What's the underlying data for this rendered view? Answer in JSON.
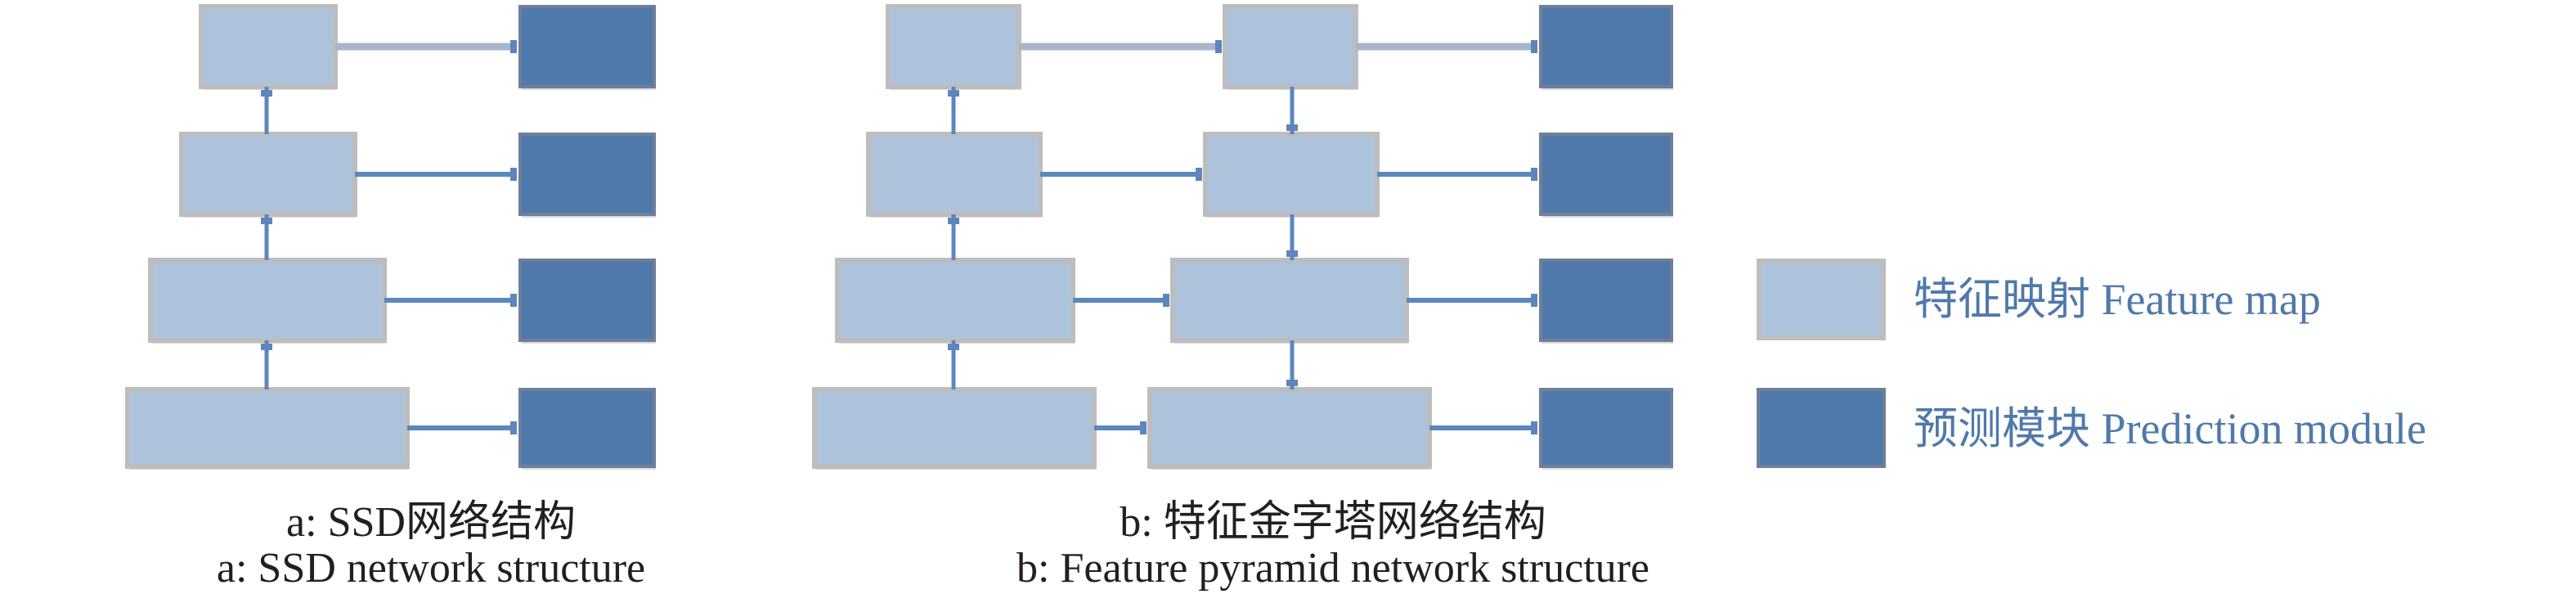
{
  "colors": {
    "feature_map_fill": "#adc3dc",
    "feature_map_border": "#bdbdbf",
    "prediction_fill": "#4f79ab",
    "prediction_border": "#6f7f98",
    "connector": "#5b87bd",
    "connector_muted": "#a9b6c9",
    "caption_text": "#231f20",
    "legend_text": "#4f79ab"
  },
  "diagrams": [
    {
      "id": "ssd",
      "caption_zh": "a: SSD网络结构",
      "caption_en": "a: SSD network structure",
      "pathway": "bottom-up",
      "levels": 4,
      "outputs_per_level": "prediction module"
    },
    {
      "id": "fpn",
      "caption_zh": "b: 特征金字塔网络结构",
      "caption_en": "b: Feature pyramid network structure",
      "pathway": "bottom-up + top-down with lateral connections",
      "levels": 4,
      "outputs_per_level": "prediction module"
    }
  ],
  "legend": [
    {
      "kind": "feature_map",
      "label": "特征映射 Feature map"
    },
    {
      "kind": "prediction",
      "label": "预测模块 Prediction module"
    }
  ]
}
